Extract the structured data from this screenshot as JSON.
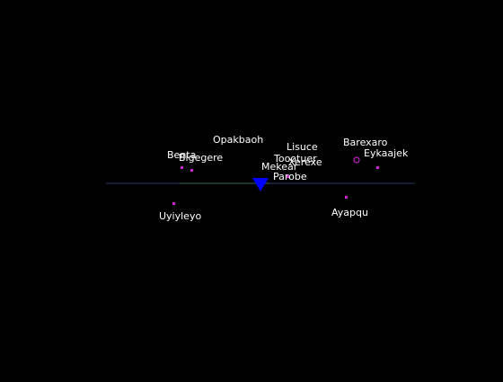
{
  "colors": {
    "background": "#000000",
    "label_text": "#ffffff",
    "point_fill": "#d020d0",
    "marker_fill": "#0000ff",
    "axis_line": "#2a3a66",
    "axis_highlight": "#2e6b4a"
  },
  "axis_marker": {
    "icon": "triangle-down-icon",
    "color": "#0000ff"
  },
  "highlight": {
    "icon": "circle-outline-icon",
    "color": "#d020d0"
  },
  "labels": [
    {
      "id": "opakbaoh",
      "text": "Opakbaoh"
    },
    {
      "id": "lisuce",
      "text": "Lisuce"
    },
    {
      "id": "barexaro",
      "text": "Barexaro"
    },
    {
      "id": "eykaajek",
      "text": "Eykaajek"
    },
    {
      "id": "benta",
      "text": "Benta"
    },
    {
      "id": "bigegere",
      "text": "Bigegere"
    },
    {
      "id": "toootuer",
      "text": "Toootuer"
    },
    {
      "id": "xerexe",
      "text": "Xerexe"
    },
    {
      "id": "mekear",
      "text": "Mekear"
    },
    {
      "id": "parobe",
      "text": "Parobe"
    },
    {
      "id": "uyiyleyo",
      "text": "Uyiyleyo"
    },
    {
      "id": "ayapqu",
      "text": "Ayapqu"
    }
  ]
}
